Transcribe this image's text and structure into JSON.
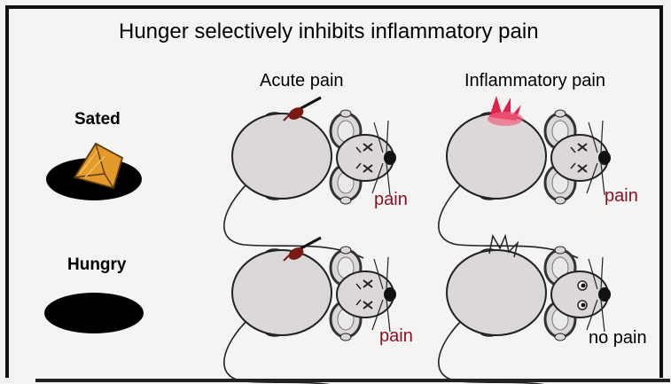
{
  "title": "Hunger selectively inhibits inflammatory pain",
  "columns": {
    "acute": "Acute pain",
    "inflammatory": "Inflammatory pain"
  },
  "rows": {
    "sated": "Sated",
    "hungry": "Hungry"
  },
  "outcomes": {
    "sated_acute": "pain",
    "sated_inflammatory": "pain",
    "hungry_acute": "pain",
    "hungry_inflammatory": "no pain"
  },
  "colors": {
    "pain_text": "#8a1020",
    "mouse_body": "#dcd8d8",
    "inflammation": "#e0204a",
    "probe": "#7a1a14",
    "cheese": "#e39a2a"
  }
}
